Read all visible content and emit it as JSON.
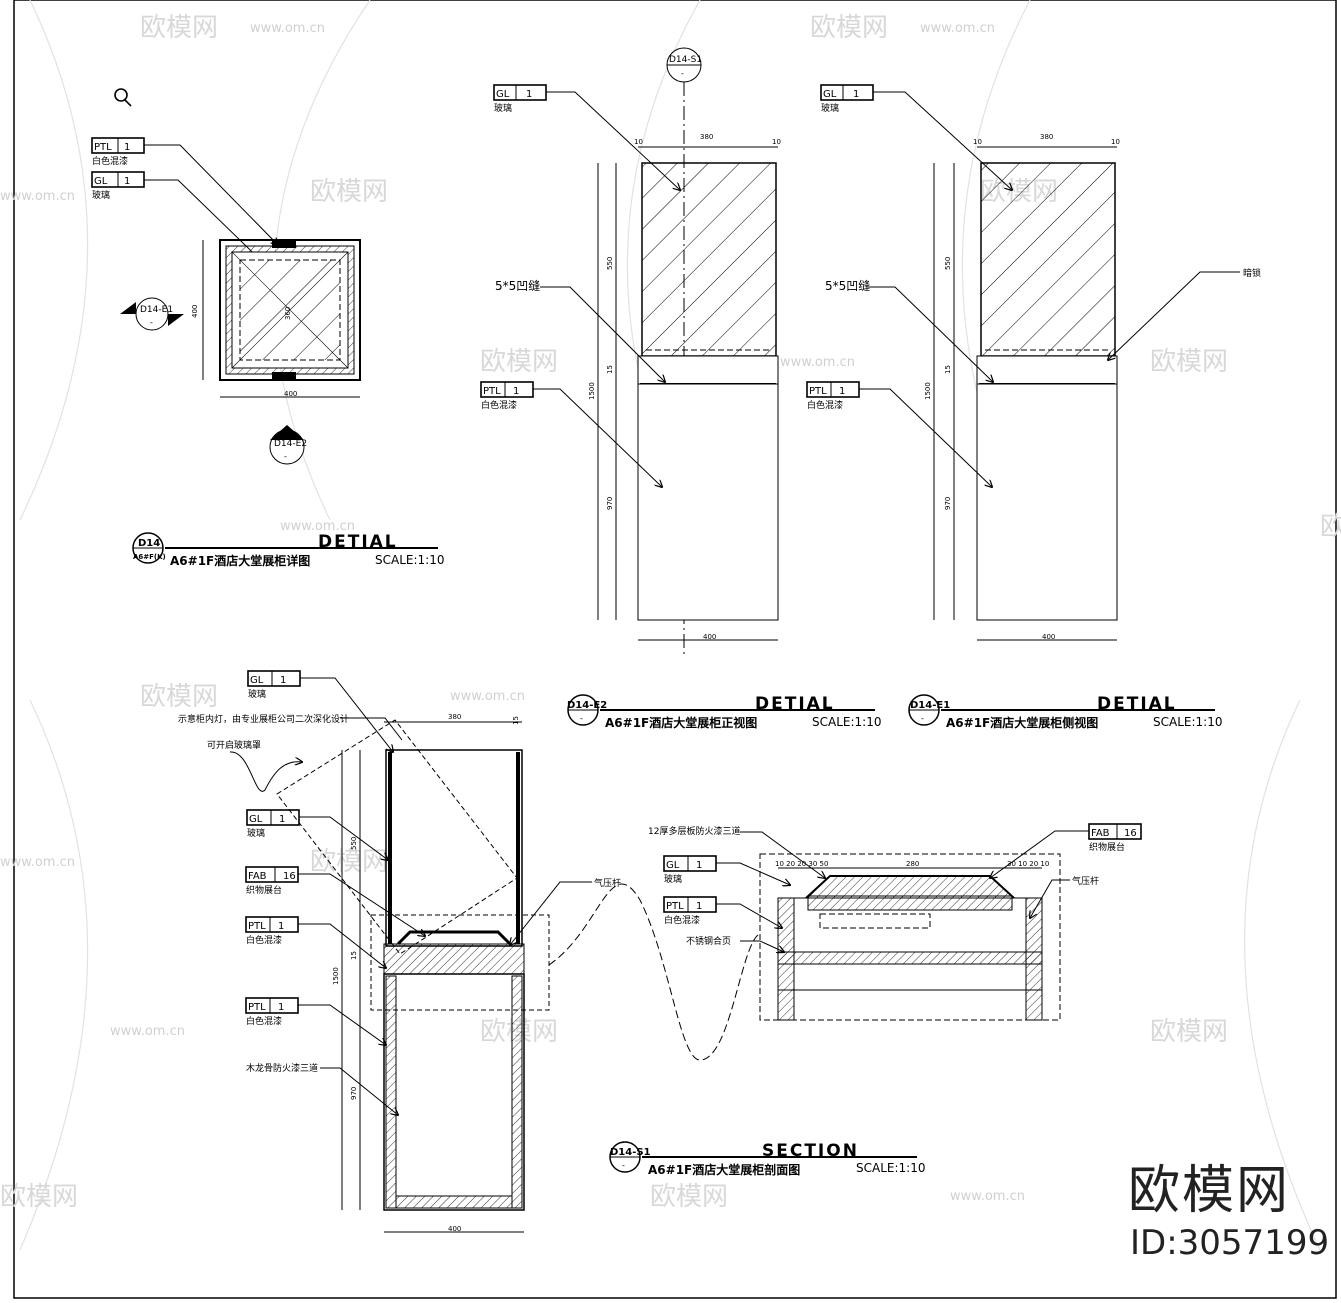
{
  "watermark": {
    "brand": "欧模网",
    "site": "www.om.cn",
    "id_label": "ID:3057199"
  },
  "plan": {
    "tags": [
      {
        "code": "PTL",
        "num": "1",
        "label": "白色混漆"
      },
      {
        "code": "GL",
        "num": "1",
        "label": "玻璃"
      }
    ],
    "dims": {
      "width": "400",
      "depth": "400",
      "inner": "360"
    },
    "markers": [
      {
        "code": "D14-E1",
        "sub": "-"
      },
      {
        "code": "D14-E2",
        "sub": "-"
      }
    ],
    "title": {
      "code": "D14",
      "sub": "A6#F(K)",
      "heading": "DETIAL",
      "name": "A6#1F酒店大堂展柜详图",
      "scale": "SCALE:1:10"
    }
  },
  "front": {
    "section_marker": {
      "code": "D14-S1",
      "sub": "-"
    },
    "tags": [
      {
        "code": "GL",
        "num": "1",
        "label": "玻璃"
      },
      {
        "code": "PTL",
        "num": "1",
        "label": "白色混漆"
      }
    ],
    "note_groove": "5*5凹缝",
    "dims": {
      "top_left": "10",
      "top_mid": "380",
      "top_right": "10",
      "h1": "550",
      "h2": "15",
      "h3": "970",
      "total": "1500",
      "width": "400"
    },
    "title": {
      "code": "D14-E2",
      "sub": "-",
      "heading": "DETIAL",
      "name": "A6#1F酒店大堂展柜正视图",
      "scale": "SCALE:1:10"
    }
  },
  "side": {
    "tags": [
      {
        "code": "GL",
        "num": "1",
        "label": "玻璃"
      },
      {
        "code": "PTL",
        "num": "1",
        "label": "白色混漆"
      }
    ],
    "note_groove": "5*5凹缝",
    "note_lock": "暗锁",
    "dims": {
      "top_left": "10",
      "top_mid": "380",
      "top_right": "10",
      "h1": "550",
      "h2": "15",
      "h3": "970",
      "total": "1500",
      "width": "400"
    },
    "title": {
      "code": "D14-E1",
      "sub": "-",
      "heading": "DETIAL",
      "name": "A6#1F酒店大堂展柜侧视图",
      "scale": "SCALE:1:10"
    }
  },
  "section": {
    "tags": [
      {
        "code": "GL",
        "num": "1",
        "label": "玻璃"
      },
      {
        "code": "GL",
        "num": "1",
        "label": "玻璃"
      },
      {
        "code": "FAB",
        "num": "16",
        "label": "织物展台"
      },
      {
        "code": "PTL",
        "num": "1",
        "label": "白色混漆"
      },
      {
        "code": "PTL",
        "num": "1",
        "label": "白色混漆"
      }
    ],
    "note_light": "示意柜内灯，由专业展柜公司二次深化设计",
    "note_open": "可开启玻璃罩",
    "note_gas": "气压杆",
    "note_wood": "木龙骨防火漆三道",
    "dims": {
      "top": "380",
      "top_right": "15",
      "h1": "550",
      "h2": "15",
      "h3": "970",
      "total": "1500",
      "width": "400"
    },
    "detail": {
      "note_ply": "12厚多层板防火漆三道",
      "note_gas": "气压杆",
      "note_steel": "不锈钢合页",
      "tag_fab": {
        "code": "FAB",
        "num": "16",
        "label": "织物展台"
      },
      "tag_gl": {
        "code": "GL",
        "num": "1",
        "label": "玻璃"
      },
      "tag_ptl": {
        "code": "PTL",
        "num": "1",
        "label": "白色混漆"
      },
      "dims_left": "10 20 20 30 50",
      "dims_mid": "280",
      "dims_right": "30 10 20 10"
    },
    "title": {
      "code": "D14-S1",
      "sub": "-",
      "heading": "SECTION",
      "name": "A6#1F酒店大堂展柜剖面图",
      "scale": "SCALE:1:10"
    }
  }
}
